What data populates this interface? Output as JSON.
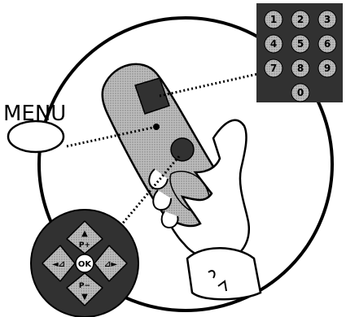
{
  "menu": {
    "label": "MENU"
  },
  "keypad": {
    "keys": [
      "1",
      "2",
      "3",
      "4",
      "5",
      "6",
      "7",
      "8",
      "9",
      "0"
    ]
  },
  "nav_pad": {
    "up_label": "P+",
    "down_label": "P−",
    "left_label": "◄⊿",
    "right_label": "⊿►",
    "center_label": "OK"
  }
}
